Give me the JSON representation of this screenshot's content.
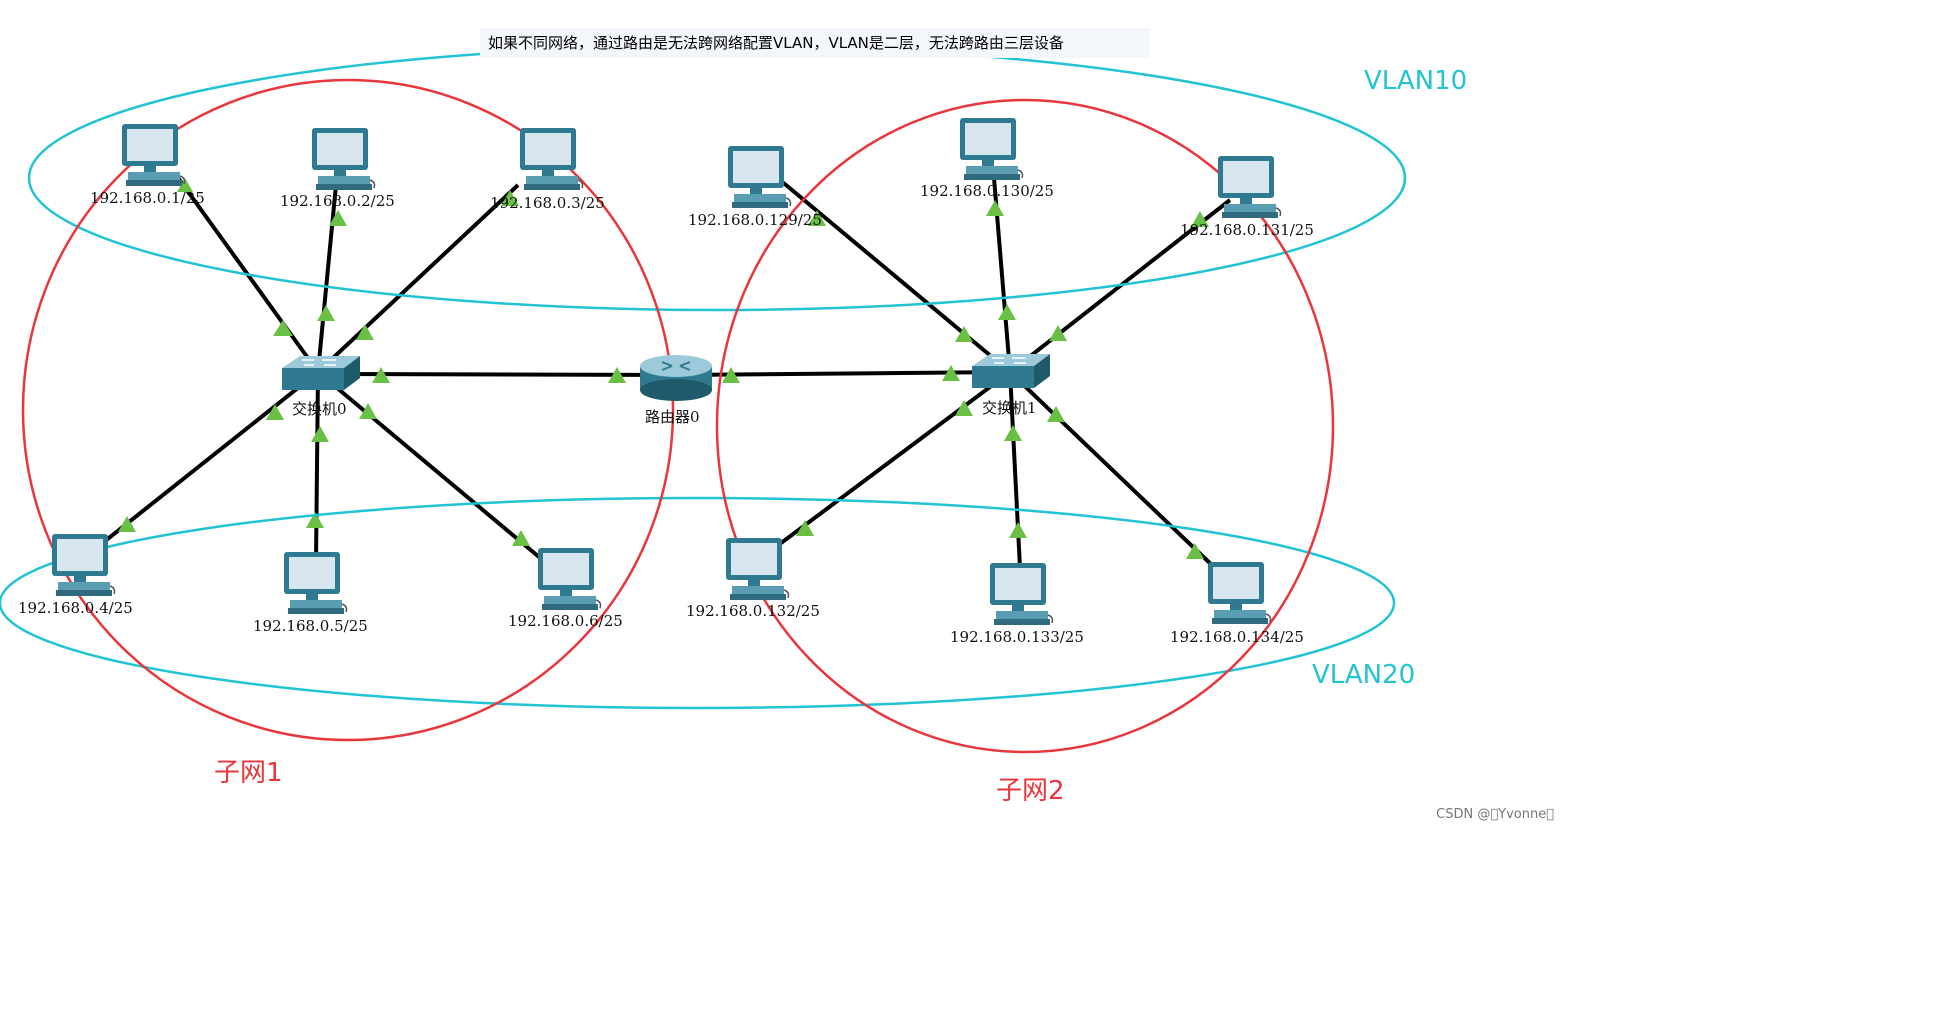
{
  "note": "如果不同网络，通过路由是无法跨网络配置VLAN，VLAN是二层，无法跨路由三层设备",
  "vlan_labels": {
    "vlan10": "VLAN10",
    "vlan20": "VLAN20"
  },
  "subnet_labels": {
    "subnet1": "子网1",
    "subnet2": "子网2"
  },
  "devices": {
    "switch0": "交换机0",
    "switch1": "交换机1",
    "router0": "路由器0"
  },
  "pcs": {
    "pc1": "192.168.0.1/25",
    "pc2": "192.168.0.2/25",
    "pc3": "192.168.0.3/25",
    "pc4": "192.168.0.4/25",
    "pc5": "192.168.0.5/25",
    "pc6": "192.168.0.6/25",
    "pc129": "192.168.0.129/25",
    "pc130": "192.168.0.130/25",
    "pc131": "192.168.0.131/25",
    "pc132": "192.168.0.132/25",
    "pc133": "192.168.0.133/25",
    "pc134": "192.168.0.134/25"
  },
  "colors": {
    "vlan": "#22c3d3",
    "subnet": "#e8363c",
    "link": "#000000",
    "port": "#6abf45"
  },
  "watermark": "CSDN @\u0000Yvonne\u0000"
}
